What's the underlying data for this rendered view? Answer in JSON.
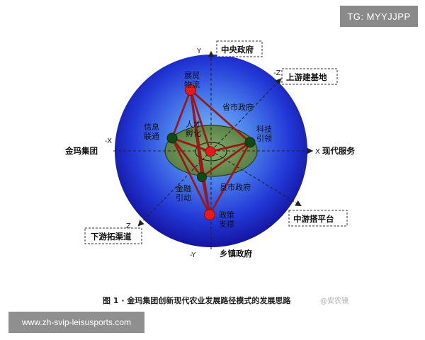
{
  "watermark_top": "TG: MYYJJPP",
  "watermark_bottom": "www.zh-svip-leisusports.com",
  "caption": "图 1 · 金玛集团创新现代农业发展路径模式的发展思路",
  "caption_mark": "@安农镜",
  "axes": {
    "y_pos": "Y",
    "y_neg": "-Y",
    "x_pos": "X",
    "x_neg": "-X",
    "z_pos": "Z",
    "z_neg": "-Z"
  },
  "axis_ends": {
    "top": "中央政府",
    "bottom": "乡镇政府",
    "right": "现代服务",
    "left": "金玛集团",
    "upper_right": "上游建基地",
    "lower_left": "下游拓渠道",
    "lower_right": "中游搭平台"
  },
  "nodes": {
    "top": [
      "展贸",
      "物流"
    ],
    "left": [
      "信息",
      "联通"
    ],
    "right": [
      "科技",
      "引领"
    ],
    "center": [
      "人才",
      "孵化"
    ],
    "lower": [
      "金融",
      "引动"
    ],
    "bottom": [
      "政策",
      "支撑"
    ]
  },
  "labels": {
    "province": "省市政府",
    "county": "县市政府"
  },
  "colors": {
    "sphere_core": "#7ab0f2",
    "sphere_mid": "#2a45e0",
    "sphere_edge": "#1515a8",
    "disc": "#6f9a5a",
    "edge_line": "#9a1818",
    "node_red": "#e51b1b",
    "node_green": "#124a12"
  }
}
